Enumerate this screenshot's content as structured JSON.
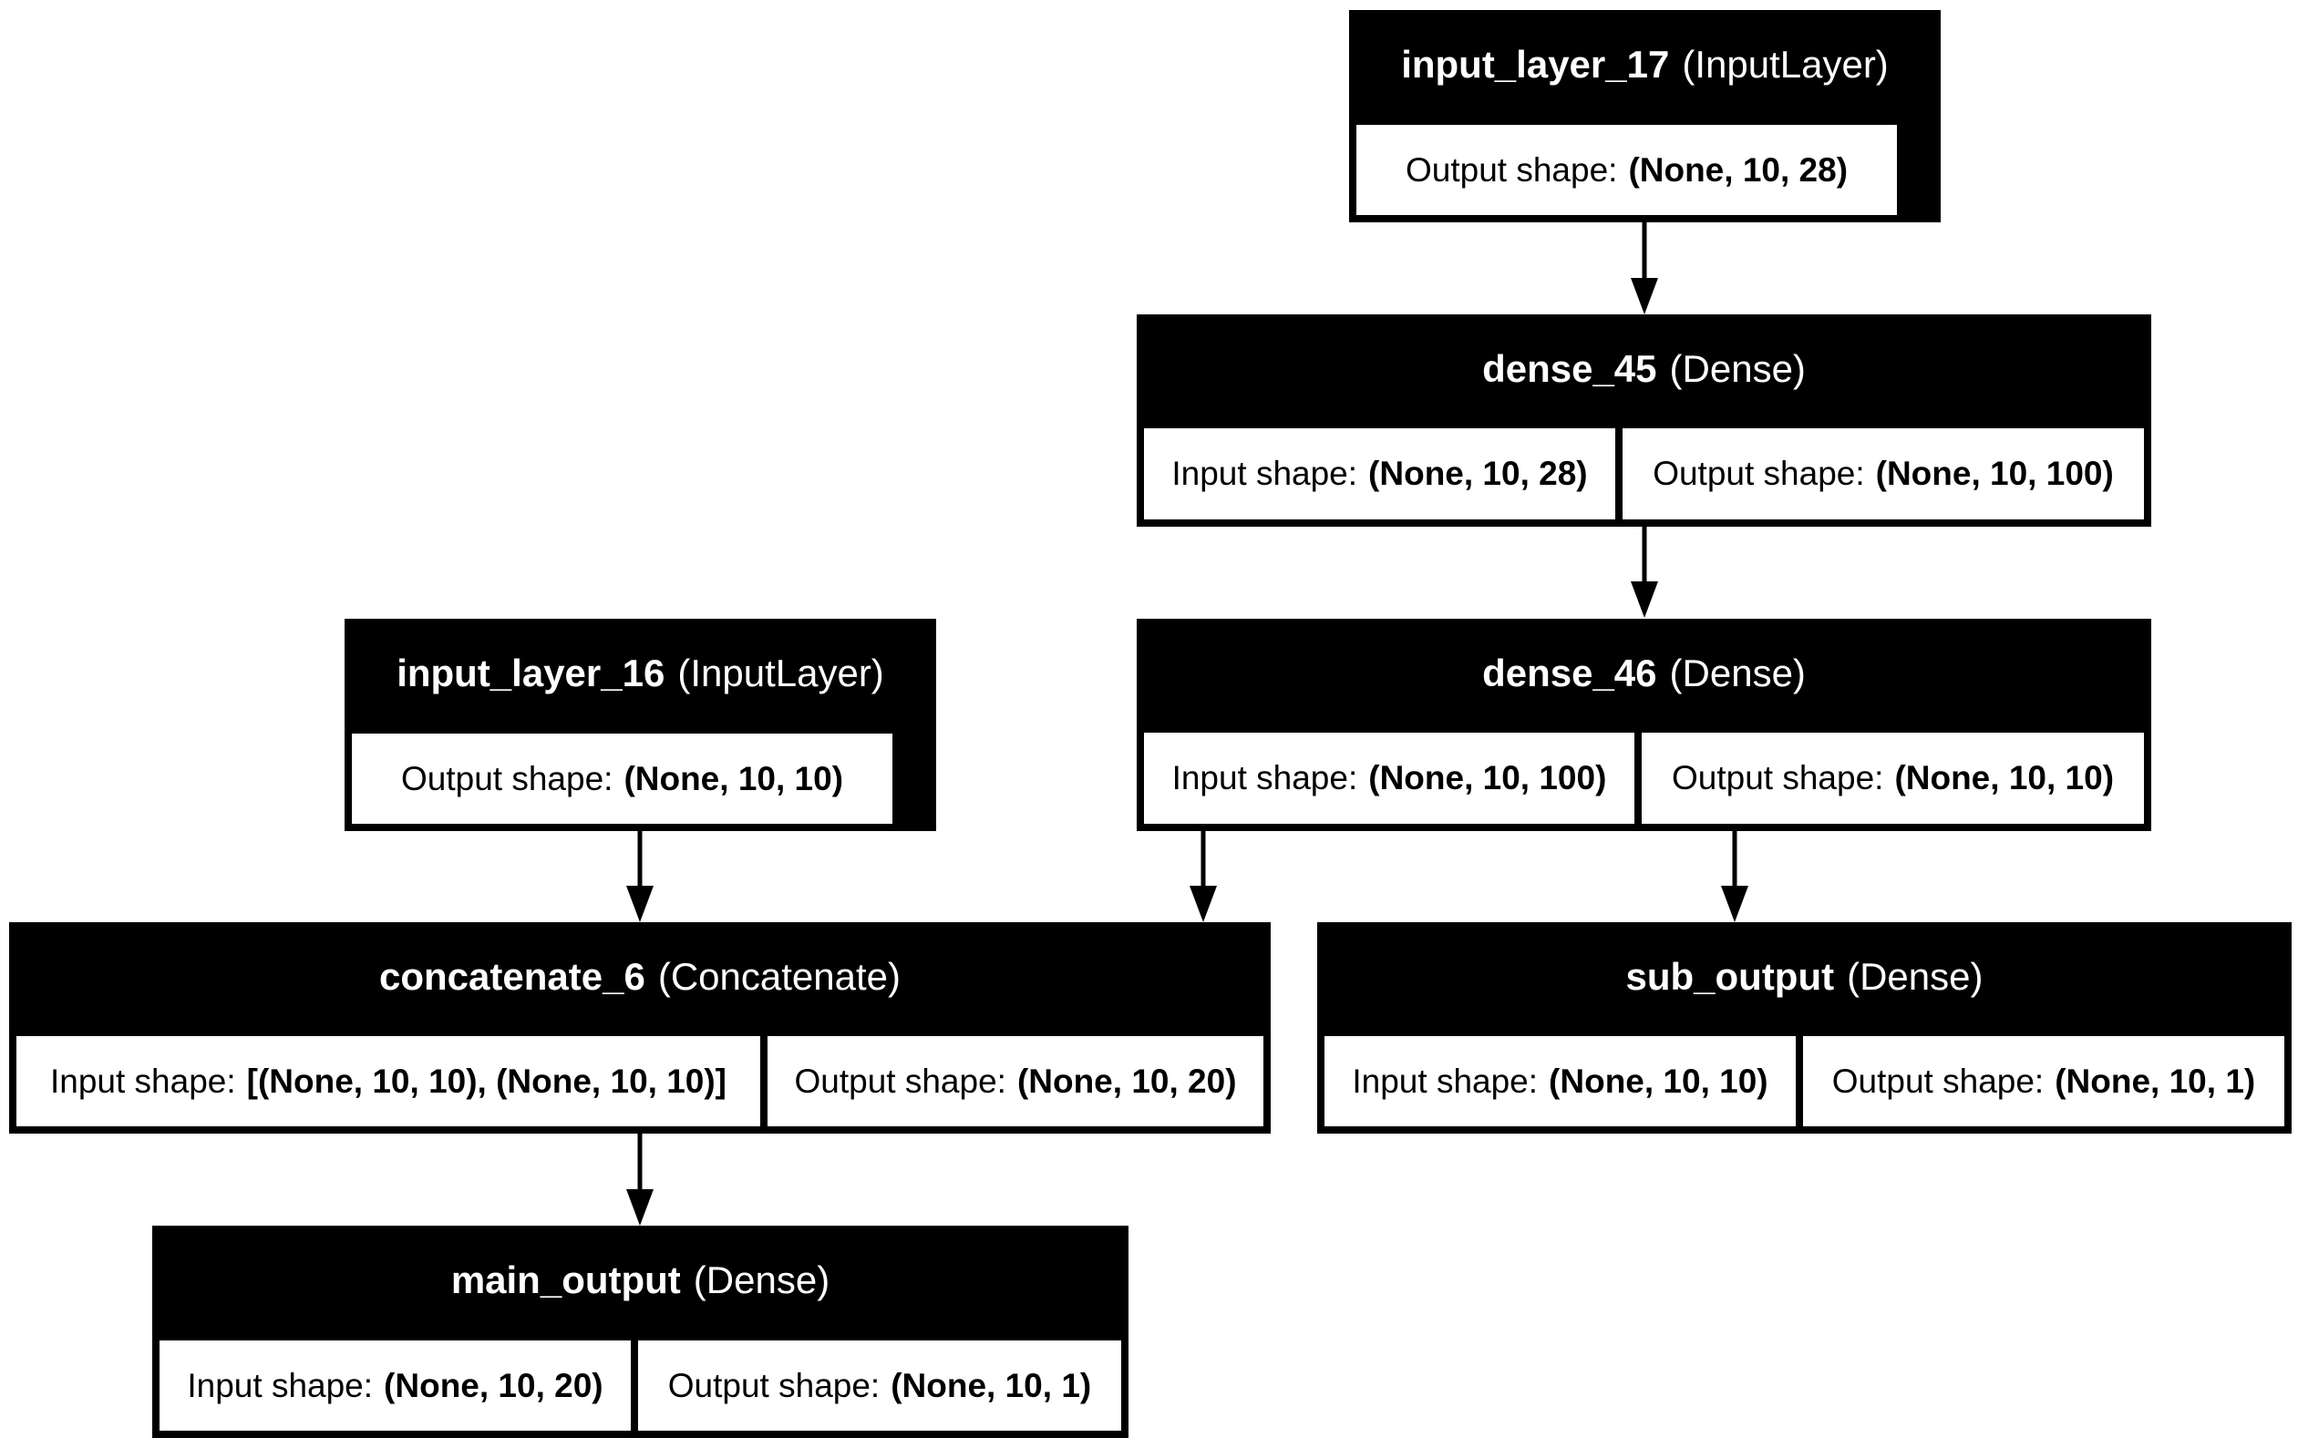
{
  "colors": {
    "node_fill": "#000000",
    "cell_fill": "#ffffff",
    "edge": "#000000"
  },
  "layers": {
    "input_layer_17": {
      "name": "input_layer_17",
      "type": "(InputLayer)",
      "output_label": "Output shape:",
      "output_shape": "(None, 10, 28)"
    },
    "dense_45": {
      "name": "dense_45",
      "type": "(Dense)",
      "input_label": "Input shape:",
      "input_shape": "(None, 10, 28)",
      "output_label": "Output shape:",
      "output_shape": "(None, 10, 100)"
    },
    "input_layer_16": {
      "name": "input_layer_16",
      "type": "(InputLayer)",
      "output_label": "Output shape:",
      "output_shape": "(None, 10, 10)"
    },
    "dense_46": {
      "name": "dense_46",
      "type": "(Dense)",
      "input_label": "Input shape:",
      "input_shape": "(None, 10, 100)",
      "output_label": "Output shape:",
      "output_shape": "(None, 10, 10)"
    },
    "concatenate_6": {
      "name": "concatenate_6",
      "type": "(Concatenate)",
      "input_label": "Input shape:",
      "input_shape": "[(None, 10, 10), (None, 10, 10)]",
      "output_label": "Output shape:",
      "output_shape": "(None, 10, 20)"
    },
    "sub_output": {
      "name": "sub_output",
      "type": "(Dense)",
      "input_label": "Input shape:",
      "input_shape": "(None, 10, 10)",
      "output_label": "Output shape:",
      "output_shape": "(None, 10, 1)"
    },
    "main_output": {
      "name": "main_output",
      "type": "(Dense)",
      "input_label": "Input shape:",
      "input_shape": "(None, 10, 20)",
      "output_label": "Output shape:",
      "output_shape": "(None, 10, 1)"
    }
  },
  "edges": [
    {
      "from": "input_layer_17",
      "to": "dense_45"
    },
    {
      "from": "dense_45",
      "to": "dense_46"
    },
    {
      "from": "input_layer_16",
      "to": "concatenate_6"
    },
    {
      "from": "dense_46",
      "to": "concatenate_6"
    },
    {
      "from": "dense_46",
      "to": "sub_output"
    },
    {
      "from": "concatenate_6",
      "to": "main_output"
    }
  ]
}
